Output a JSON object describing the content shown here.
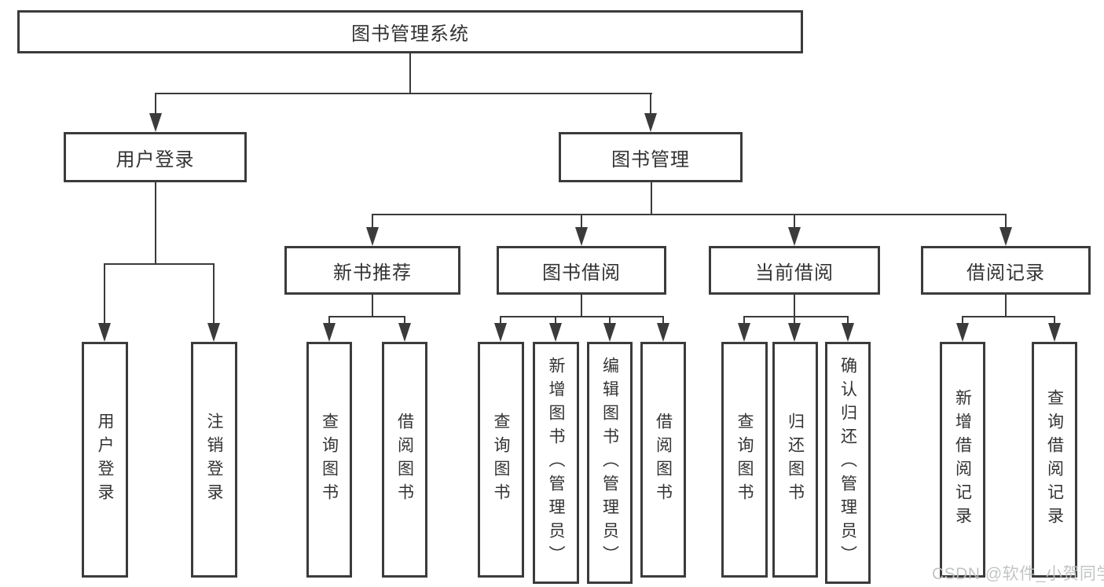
{
  "diagram": {
    "root": {
      "label": "图书管理系统"
    },
    "level2": [
      {
        "id": "user-login",
        "label": "用户登录",
        "parent": "root"
      },
      {
        "id": "book-management",
        "label": "图书管理",
        "parent": "root"
      }
    ],
    "level3": [
      {
        "id": "new-book-recommend",
        "label": "新书推荐",
        "parent": "book-management"
      },
      {
        "id": "book-borrowing",
        "label": "图书借阅",
        "parent": "book-management"
      },
      {
        "id": "current-borrowing",
        "label": "当前借阅",
        "parent": "book-management"
      },
      {
        "id": "borrowing-records",
        "label": "借阅记录",
        "parent": "book-management"
      }
    ],
    "leaves": [
      {
        "id": "leaf-user-login",
        "label": "用户登录",
        "parent": "user-login"
      },
      {
        "id": "leaf-logout",
        "label": "注销登录",
        "parent": "user-login"
      },
      {
        "id": "leaf-recommend-query-books",
        "label": "查询图书",
        "parent": "new-book-recommend"
      },
      {
        "id": "leaf-recommend-borrow-books",
        "label": "借阅图书",
        "parent": "new-book-recommend"
      },
      {
        "id": "leaf-borrowing-query-books",
        "label": "查询图书",
        "parent": "book-borrowing"
      },
      {
        "id": "leaf-borrowing-add-books-admin",
        "label": "新增图书（管理员）",
        "parent": "book-borrowing"
      },
      {
        "id": "leaf-borrowing-edit-books-admin",
        "label": "编辑图书（管理员）",
        "parent": "book-borrowing"
      },
      {
        "id": "leaf-borrowing-borrow-books",
        "label": "借阅图书",
        "parent": "book-borrowing"
      },
      {
        "id": "leaf-current-query-books",
        "label": "查询图书",
        "parent": "current-borrowing"
      },
      {
        "id": "leaf-current-return-books",
        "label": "归还图书",
        "parent": "current-borrowing"
      },
      {
        "id": "leaf-current-confirm-return-admin",
        "label": "确认归还（管理员）",
        "parent": "current-borrowing"
      },
      {
        "id": "leaf-records-add-record",
        "label": "新增借阅记录",
        "parent": "borrowing-records"
      },
      {
        "id": "leaf-records-query-record",
        "label": "查询借阅记录",
        "parent": "borrowing-records"
      }
    ]
  },
  "watermark": {
    "text": "CSDN @软件_小贺同学"
  },
  "colors": {
    "line": "#3b3b3b",
    "border": "#3b3b3b",
    "text": "#333333",
    "watermark": "#bdbfc1",
    "background": "#ffffff"
  }
}
